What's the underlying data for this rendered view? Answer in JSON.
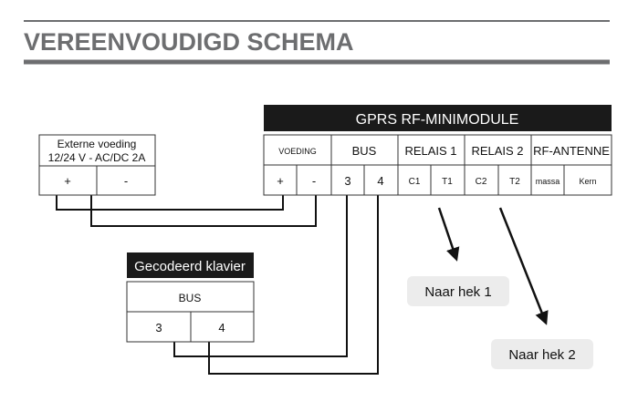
{
  "title": "VEREENVOUDIGD SCHEMA",
  "module": {
    "title": "GPRS RF-MINIMODULE",
    "groups": [
      "VOEDING",
      "BUS",
      "RELAIS 1",
      "RELAIS 2",
      "RF-ANTENNE"
    ],
    "terminals": [
      "+",
      "-",
      "3",
      "4",
      "C1",
      "T1",
      "C2",
      "T2",
      "massa",
      "Kern"
    ]
  },
  "power_supply": {
    "line1": "Externe voeding",
    "line2": "12/24 V - AC/DC 2A",
    "terminals": [
      "+",
      "-"
    ]
  },
  "keypad": {
    "title": "Gecodeerd klavier",
    "group": "BUS",
    "terminals": [
      "3",
      "4"
    ]
  },
  "outputs": [
    "Naar hek 1",
    "Naar hek 2"
  ],
  "colors": {
    "title": "#6d6e70",
    "header_bg": "#1a1a1a",
    "pill_bg": "#ececec"
  }
}
